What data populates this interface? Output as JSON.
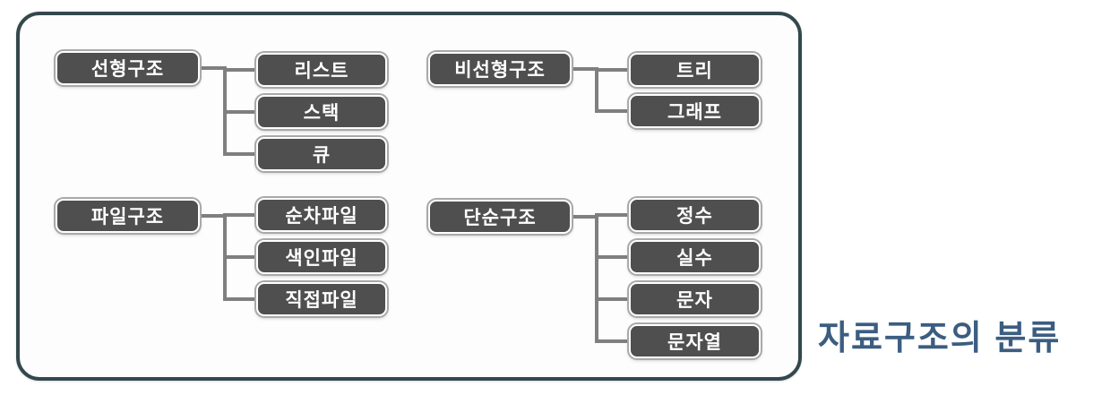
{
  "caption": {
    "text": "자료구조의 분류"
  },
  "palette": {
    "panel_border": "#33484d",
    "panel_background": "#fdfdfd",
    "node_fill": "#4f4f4f",
    "node_inner_border": "#ffffff",
    "node_outer_ring": "#a9a9a9",
    "node_text": "#ffffff",
    "connector": "#7f7f7f",
    "caption_text": "#3b5d80"
  },
  "tree": {
    "groups": [
      {
        "parent": "선형구조",
        "children": [
          "리스트",
          "스택",
          "큐"
        ]
      },
      {
        "parent": "비선형구조",
        "children": [
          "트리",
          "그래프"
        ]
      },
      {
        "parent": "파일구조",
        "children": [
          "순차파일",
          "색인파일",
          "직접파일"
        ]
      },
      {
        "parent": "단순구조",
        "children": [
          "정수",
          "실수",
          "문자",
          "문자열"
        ]
      }
    ]
  }
}
